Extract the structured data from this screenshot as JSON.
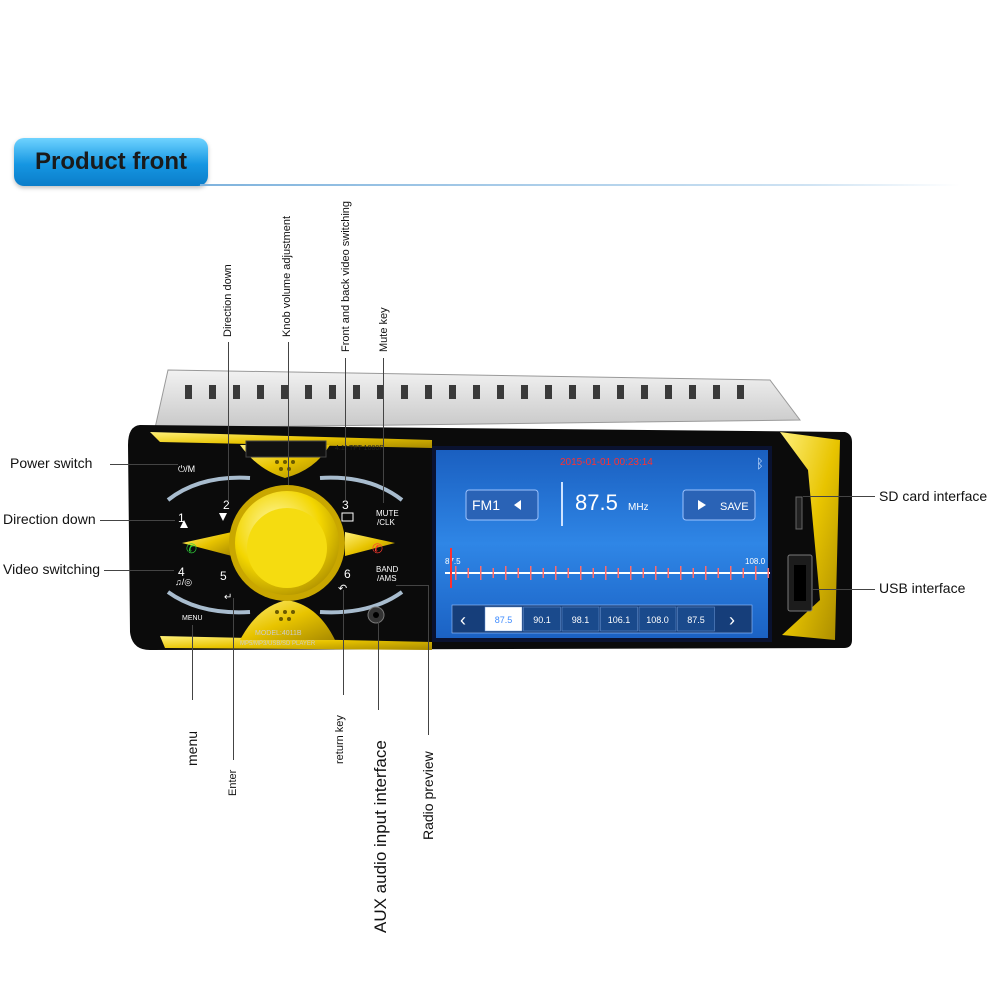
{
  "header": {
    "title": "Product front"
  },
  "labels": {
    "power_switch": "Power switch",
    "direction_down_left": "Direction down",
    "video_switching": "Video switching",
    "sd_card": "SD card interface",
    "usb": "USB interface",
    "direction_down_top": "Direction down",
    "knob_volume": "Knob volume adjustment",
    "front_back_video": "Front and back video switching",
    "mute_key": "Mute key",
    "menu": "menu",
    "enter": "Enter",
    "return_key": "return key",
    "aux": "AUX audio input interface",
    "radio_preview": "Radio preview"
  },
  "device": {
    "power_btn": "⏻/M",
    "btn2": "2",
    "btn1": "1",
    "btn4": "4",
    "btn5": "5",
    "btn3": "3",
    "btn6": "6",
    "mute": "MUTE",
    "clk": "/CLK",
    "band": "BAND",
    "ams": "/AMS",
    "menu_btn": "MENU",
    "model": "MODEL:4011B",
    "player": "MP5/MP3/USB/SD PLAYER",
    "top_label": "4.1\" TFT 1080P",
    "screen": {
      "datetime": "2015-01-01  00:23:14",
      "band": "FM1",
      "freq": "87.5",
      "unit": "MHz",
      "save": "SAVE",
      "scale_min": "87.5",
      "scale_max": "108.0",
      "presets": [
        "87.5",
        "90.1",
        "98.1",
        "106.1",
        "108.0",
        "87.5"
      ]
    },
    "colors": {
      "gold": "#e8c400",
      "screen": "#1e6fd0",
      "preset_active": "#3f8cff"
    }
  }
}
